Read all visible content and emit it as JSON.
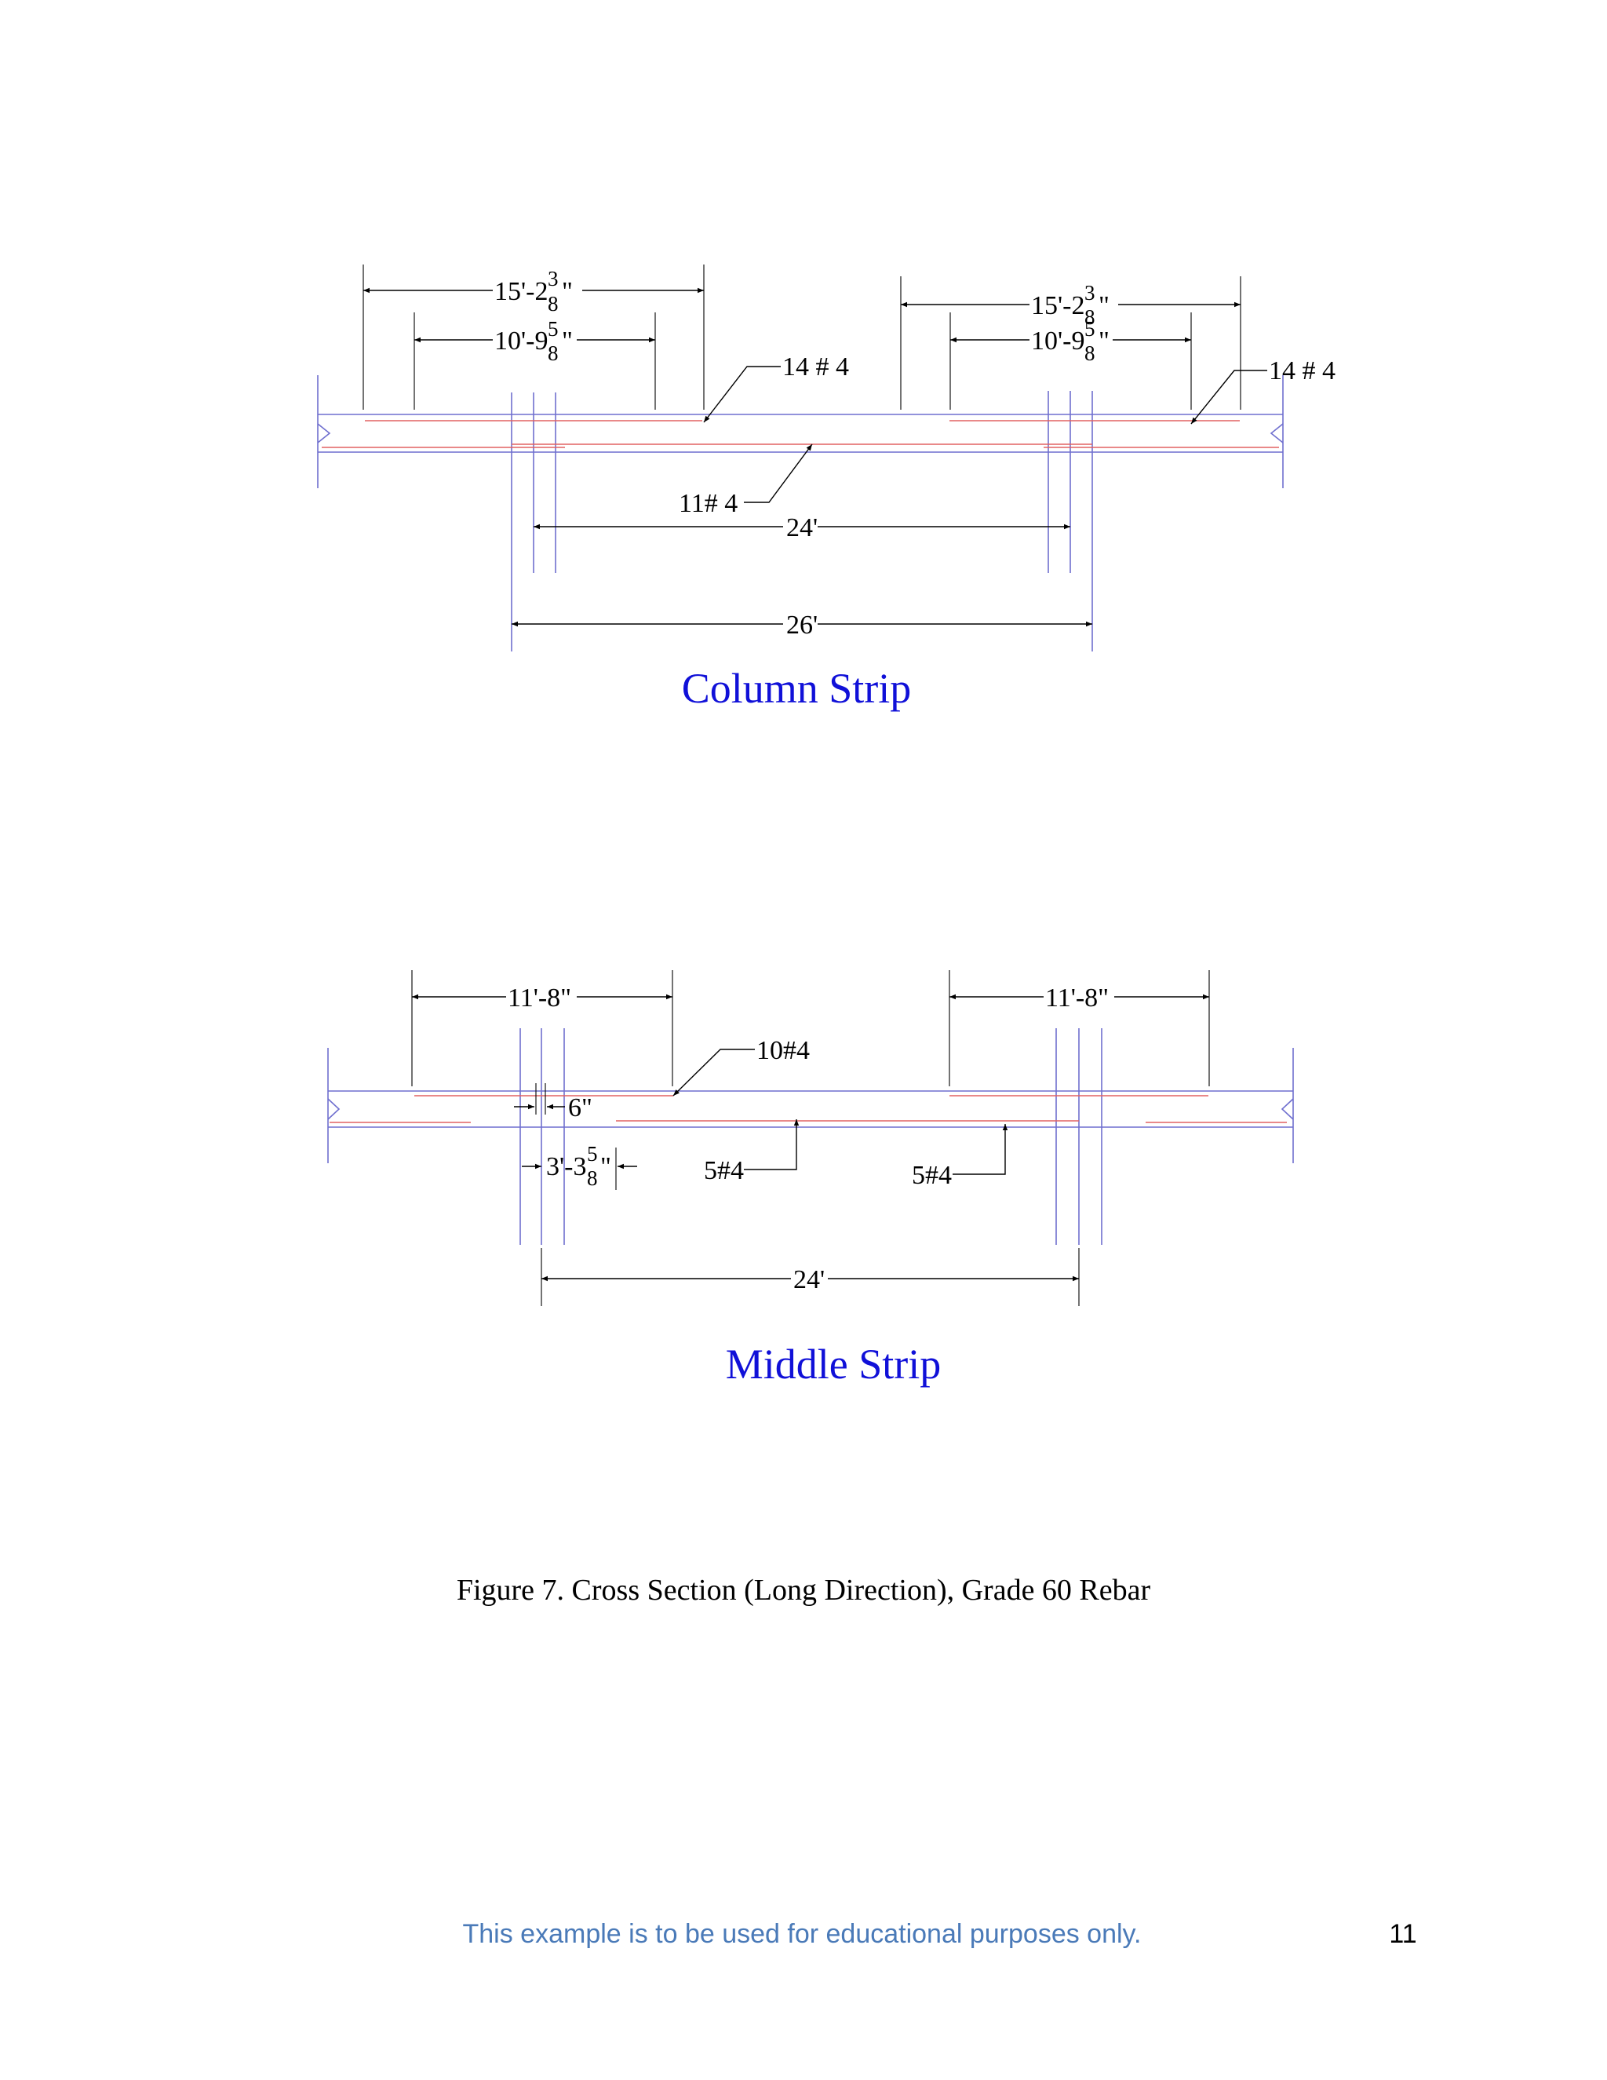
{
  "column_strip": {
    "title": "Column Strip",
    "dim_top_left": {
      "main": "15'-2",
      "num": "3",
      "den": "8",
      "unit": "\""
    },
    "dim_second_left": {
      "main": "10'-9",
      "num": "5",
      "den": "8",
      "unit": "\""
    },
    "dim_top_right": {
      "main": "15'-2",
      "num": "3",
      "den": "8",
      "unit": "\""
    },
    "dim_second_right": {
      "main": "10'-9",
      "num": "5",
      "den": "8",
      "unit": "\""
    },
    "top_bar_left": "14 # 4",
    "top_bar_right": "14 # 4",
    "bottom_bar": "11# 4",
    "span_clear": "24'",
    "span_total": "26'"
  },
  "middle_strip": {
    "title": "Middle Strip",
    "dim_top_left": "11'-8\"",
    "dim_top_right": "11'-8\"",
    "top_bar": "10#4",
    "dim_small": "6\"",
    "dim_cutoff": {
      "main": "3'-3",
      "num": "5",
      "den": "8",
      "unit": "\""
    },
    "bottom_bar_left": "5#4",
    "bottom_bar_right": "5#4",
    "span": "24'"
  },
  "caption": "Figure 7. Cross Section (Long Direction), Grade 60 Rebar",
  "footer": {
    "text": "This example is to be used for educational purposes only.",
    "page_number": "11"
  },
  "colors": {
    "title_blue": "#1010d8",
    "member_outline": "#6f6fcf",
    "rebar": "#e26262",
    "footer_blue": "#4a7ab8"
  }
}
